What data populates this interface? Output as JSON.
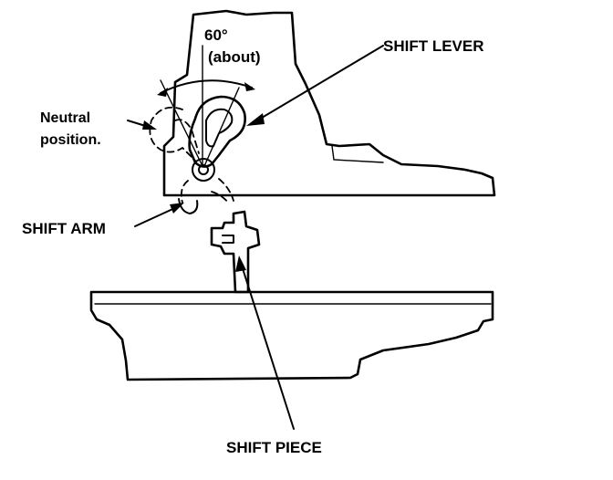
{
  "labels": {
    "angle_value": "60°",
    "angle_note": "(about)",
    "shift_lever": "SHIFT LEVER",
    "neutral_line1": "Neutral",
    "neutral_line2": "position.",
    "shift_arm": "SHIFT ARM",
    "shift_piece": "SHIFT PIECE"
  },
  "colors": {
    "ink": "#000000",
    "paper": "#ffffff"
  }
}
